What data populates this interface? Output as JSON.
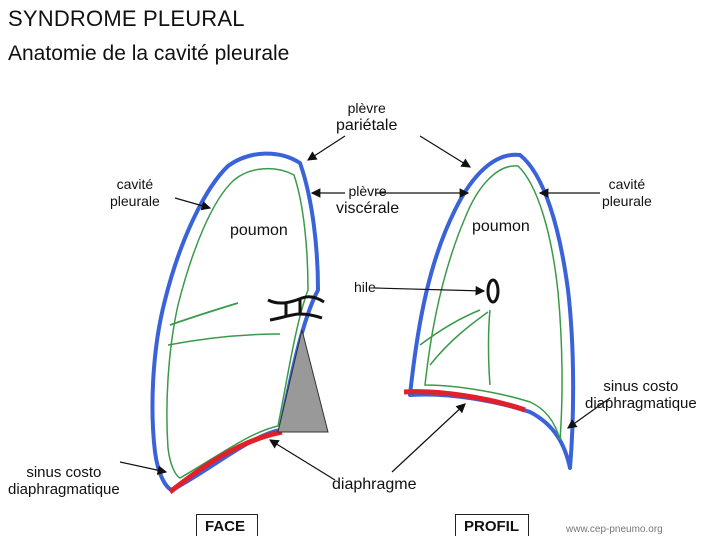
{
  "title": "SYNDROME PLEURAL",
  "subtitle": "Anatomie de la cavité pleurale",
  "colors": {
    "parietal_pleura": "#3a63d9",
    "visceral_pleura": "#3a9a4a",
    "diaphragm": "#e0202a",
    "trachea": "#999999"
  },
  "labels": {
    "plevre_top": "plèvre",
    "parietale": "pariétale",
    "plevre_mid": "plèvre",
    "viscerale": "viscérale",
    "cavite_left_1": "cavité",
    "cavite_left_2": "pleurale",
    "cavite_right_1": "cavité",
    "cavite_right_2": "pleurale",
    "poumon_left": "poumon",
    "poumon_right": "poumon",
    "hile": "hile",
    "sinus_left_1": "sinus costo",
    "sinus_left_2": "diaphragmatique",
    "sinus_right_1": "sinus costo",
    "sinus_right_2": "diaphragmatique",
    "diaphragme": "diaphragme"
  },
  "views": {
    "face": "FACE",
    "profil": "PROFIL"
  },
  "watermark": "www.cep-pneumo.org"
}
